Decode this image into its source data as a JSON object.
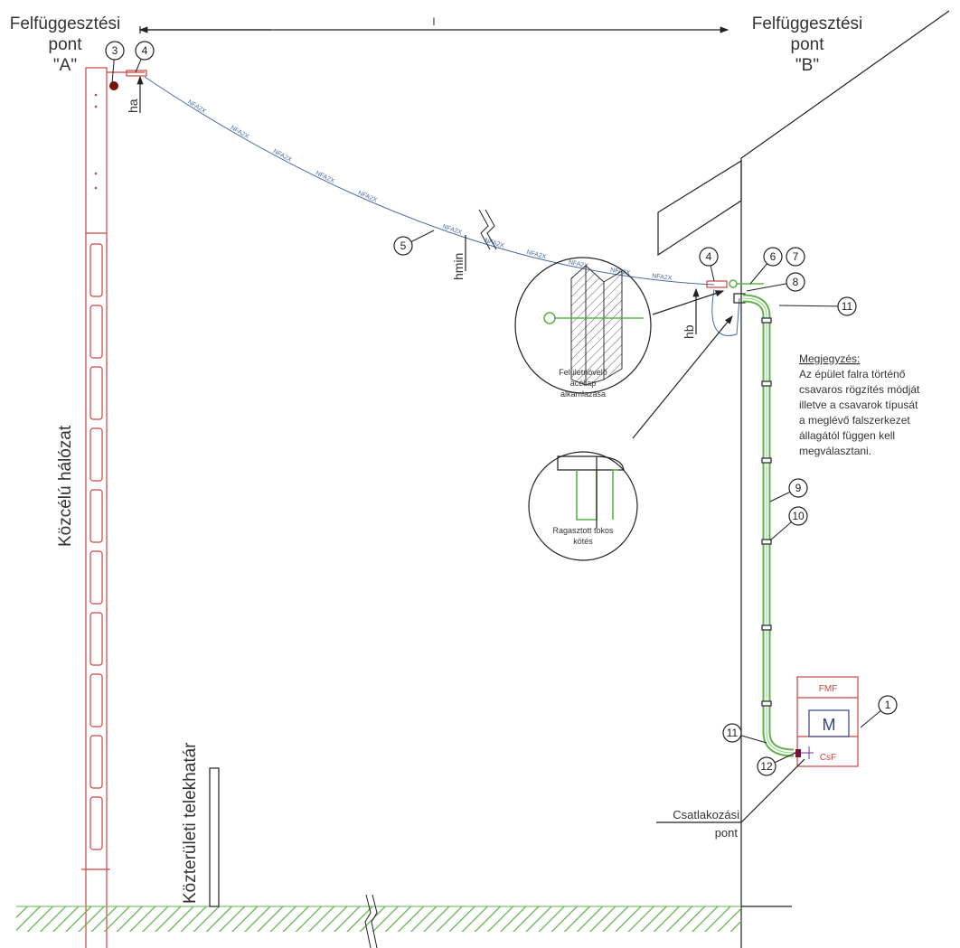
{
  "point_a": {
    "line1": "Felfüggesztési",
    "line2": "pont",
    "line3": "\"A\""
  },
  "point_b": {
    "line1": "Felfüggesztési",
    "line2": "pont",
    "line3": "\"B\""
  },
  "span_label": "l",
  "network_label": "Közcélú hálózat",
  "boundary_label": "Közterületi telekhatár",
  "cable_type": "NFA2X",
  "heights": {
    "ha": "ha",
    "hmin": "hmin",
    "hb": "hb"
  },
  "detail_1": {
    "line1": "Felületnövelő",
    "line2": "acéllap",
    "line3": "alkamlazása"
  },
  "detail_2": {
    "line1": "Ragasztott tokos",
    "line2": "kötés"
  },
  "note": {
    "title": "Megjegyzés:",
    "lines": [
      "Az épület falra történő",
      "csavaros rögzítés módját",
      "illetve a csavarok típusát",
      "a meglévő falszerkezet",
      "állagától függen kell",
      "megválasztani."
    ]
  },
  "meter_box": {
    "top": "FMF",
    "middle": "M",
    "bottom": "CsF"
  },
  "connection_point": {
    "line1": "Csatlakozási",
    "line2": "pont"
  },
  "callouts": [
    "1",
    "3",
    "4",
    "4",
    "5",
    "6",
    "7",
    "8",
    "9",
    "10",
    "11",
    "11",
    "12"
  ],
  "colors": {
    "pole": "#cc4444",
    "cable": "#4a6aa8",
    "pipe": "#5fb34a",
    "ground": "#5fb34a"
  }
}
